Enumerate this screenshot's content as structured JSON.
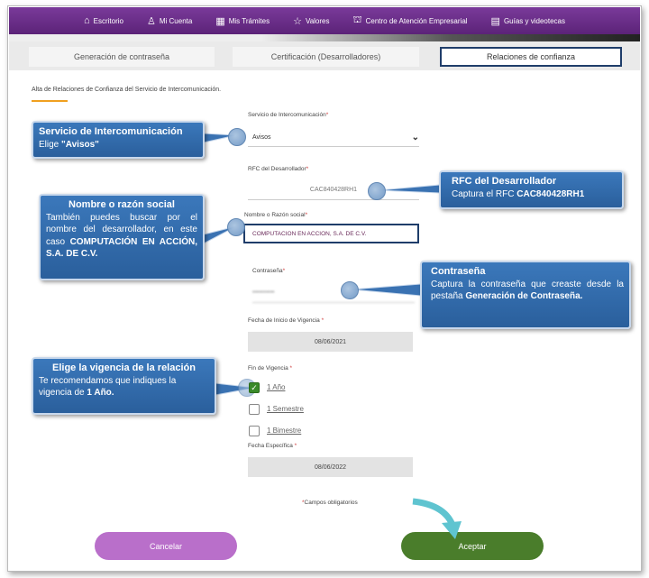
{
  "nav": [
    {
      "icon": "home-icon",
      "label": "Escritorio"
    },
    {
      "icon": "user-icon",
      "label": "Mi Cuenta"
    },
    {
      "icon": "folder-icon",
      "label": "Mis Trámites"
    },
    {
      "icon": "star-icon",
      "label": "Valores"
    },
    {
      "icon": "building-icon",
      "label": "Centro de Atención Empresarial"
    },
    {
      "icon": "guide-icon",
      "label": "Guías y videotecas"
    }
  ],
  "tabs": [
    "Generación de contraseña",
    "Certificación (Desarrolladores)",
    "Relaciones de confianza"
  ],
  "subtitle": "Alta de Relaciones de Confianza del Servicio de Intercomunicación.",
  "form": {
    "servicio_label": "Servicio de Intercomunicación",
    "servicio_value": "Avisos",
    "rfc_label": "RFC del Desarrollador",
    "rfc_value": "CAC840428RH1",
    "nombre_label": "Nombre o Razón social",
    "nombre_value": "COMPUTACION EN ACCION, S.A. DE C.V.",
    "pass_label": "Contraseña",
    "pass_value": "••••••••••",
    "inicio_label": "Fecha de Inicio de Vigencia",
    "inicio_value": "08/06/2021",
    "fin_label": "Fin de Vigencia",
    "options": [
      {
        "label": "1 Año",
        "checked": true
      },
      {
        "label": "1 Semestre",
        "checked": false
      },
      {
        "label": "1 Bimestre",
        "checked": false
      }
    ],
    "especifica_label": "Fecha Específica",
    "especifica_value": "08/06/2022",
    "required_note": "Campos obligatorios",
    "asterisk": "*"
  },
  "buttons": {
    "cancel": "Cancelar",
    "accept": "Aceptar"
  },
  "callouts": {
    "servicio": {
      "title": "Servicio de Intercomunicación",
      "pre": "Elige ",
      "bold": "\"Avisos\""
    },
    "rfc": {
      "title": "RFC del Desarrollador",
      "pre": "Captura el RFC ",
      "bold": "CAC840428RH1"
    },
    "nombre": {
      "title": "Nombre o razón social",
      "pre": "También puedes buscar por el nombre del desarrollador, en este caso ",
      "bold": "COMPUTACIÓN EN ACCIÓN, S.A. DE C.V."
    },
    "pass": {
      "title": "Contraseña",
      "pre": "Captura la contraseña que creaste desde la pestaña ",
      "bold": "Generación de Contraseña."
    },
    "vigencia": {
      "title": "Elige la vigencia de la relación",
      "pre": "Te recomendamos que indiques la vigencia de ",
      "bold": "1 Año."
    }
  },
  "colors": {
    "nav": "#5c2378",
    "cancel": "#b96fca",
    "accept": "#4a7d2b",
    "callout": "#2f68a8"
  }
}
